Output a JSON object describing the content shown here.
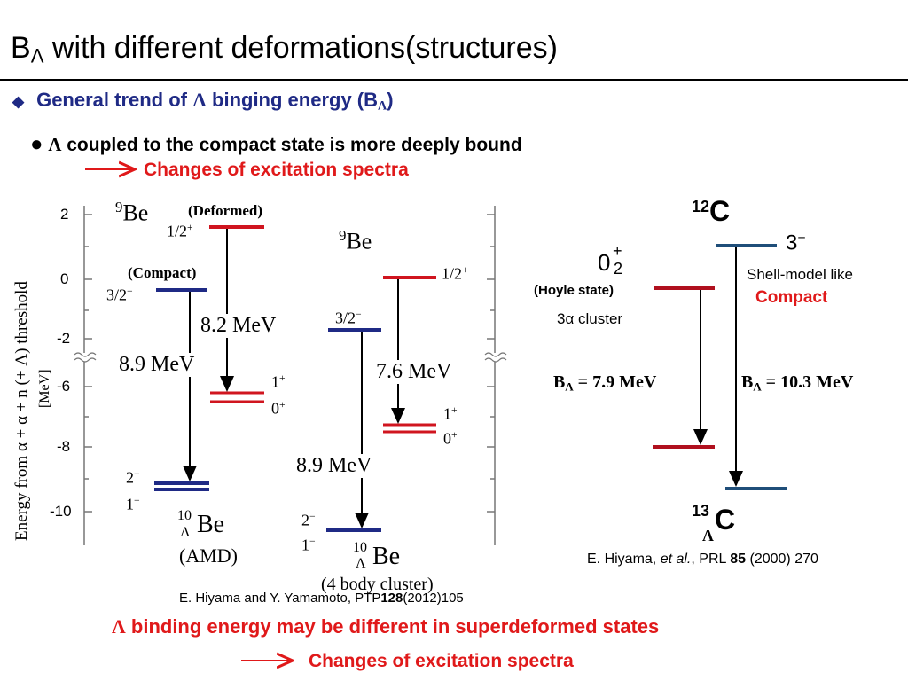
{
  "title": {
    "main": "B",
    "sub": "Λ",
    "rest": " with different deformations(structures)"
  },
  "bullet1": {
    "text": "General trend of ",
    "lambda": "Λ",
    "text2": " binging energy (B",
    "sub": "Λ",
    "close": ")"
  },
  "bullet2": {
    "lambda": "Λ",
    "text": " coupled to the compact state is more deeply bound"
  },
  "arrow_note_top": "Changes of excitation spectra",
  "left_diagram": {
    "y_axis_label": "Energy from α + α + n (+ Λ) threshold",
    "y_axis_unit": "[MeV]",
    "ticks": [
      "2",
      "0",
      "-2",
      "-6",
      "-8",
      "-10"
    ],
    "amd": {
      "nucleus": "9Be",
      "deformed": "(Deformed)",
      "compact": "(Compact)",
      "level_half": "1/2+",
      "level_32": "3/2−",
      "gap_compact": "8.9 MeV",
      "gap_deformed": "8.2 MeV",
      "hyper_1": "1+",
      "hyper_0": "0+",
      "hyper_2": "2−",
      "hyper_1m": "1−",
      "hyper_nucleus": "10",
      "hyper_sym": "Λ",
      "hyper_be": "Be",
      "model": "(AMD)"
    },
    "cluster": {
      "nucleus": "9Be",
      "level_half": "1/2+",
      "level_32": "3/2−",
      "gap_deformed": "7.6 MeV",
      "gap_compact": "8.9 MeV",
      "hyper_1": "1+",
      "hyper_0": "0+",
      "hyper_2": "2−",
      "hyper_1m": "1−",
      "hyper_nucleus": "10",
      "hyper_sym": "Λ",
      "hyper_be": "Be",
      "model": "(4 body cluster)"
    },
    "reference": {
      "pre": "E. Hiyama and Y. Yamamoto, PTP",
      "vol": "128",
      "post": "(2012)105"
    }
  },
  "right_diagram": {
    "top_nucleus_mass": "12",
    "top_nucleus": "C",
    "state_3": "3",
    "state_3_sign": "−",
    "shell_model": "Shell-model like",
    "compact": "Compact",
    "hoyle_0": "0",
    "hoyle_sup": "+",
    "hoyle_sub": "2",
    "hoyle": "(Hoyle state)",
    "cluster": "3α cluster",
    "bl_hoyle": "= 7.9 MeV",
    "bl_shell": "= 10.3 MeV",
    "b": "B",
    "lambda": "Λ",
    "bottom_mass": "13",
    "bottom_lambda": "Λ",
    "bottom_nucleus": "C",
    "reference": {
      "pre": "E. Hiyama, ",
      "etal": "et al.",
      "mid": ", PRL ",
      "vol": "85",
      "post": " (2000) 270"
    }
  },
  "bottom_note": {
    "lambda": "Λ",
    "text": " binding energy  may be different in superdeformed states"
  },
  "arrow_note_bottom": "Changes of excitation spectra",
  "colors": {
    "red": "#e0191a",
    "blue": "#1f2a85",
    "steel": "#1f4e79",
    "darkred": "#b0101e"
  }
}
